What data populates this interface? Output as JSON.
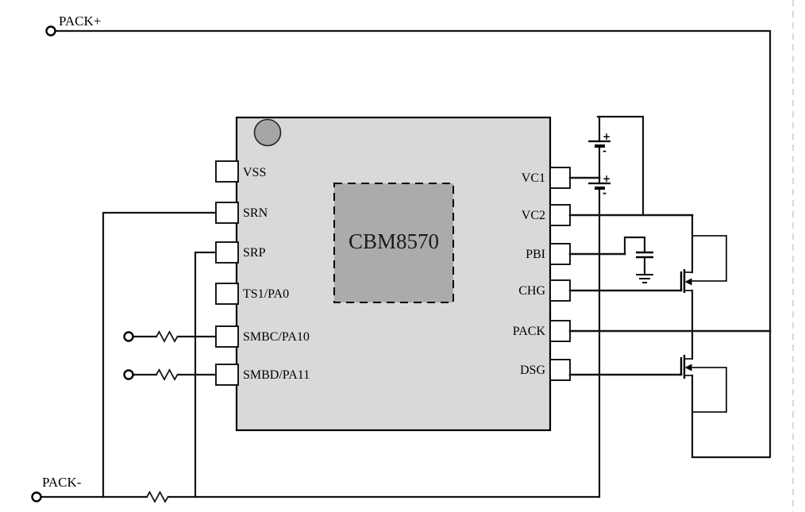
{
  "diagram": {
    "type": "circuit-schematic",
    "chip": {
      "part_number": "CBM8570",
      "left_pins": [
        "VSS",
        "SRN",
        "SRP",
        "TS1/PA0",
        "SMBC/PA10",
        "SMBD/PA11"
      ],
      "right_pins": [
        "VC1",
        "VC2",
        "PBI",
        "CHG",
        "PACK",
        "DSG"
      ]
    },
    "terminals": {
      "positive": "PACK+",
      "negative": "PACK-"
    },
    "battery": {
      "plus": "+",
      "minus": "-"
    },
    "colors": {
      "background": "#ffffff",
      "chip_fill": "#d9d9d9",
      "die_fill": "#ababab",
      "pin1_marker_fill": "#a6a6a6",
      "wire": "#141414",
      "page_edge": "#cccccc"
    }
  }
}
